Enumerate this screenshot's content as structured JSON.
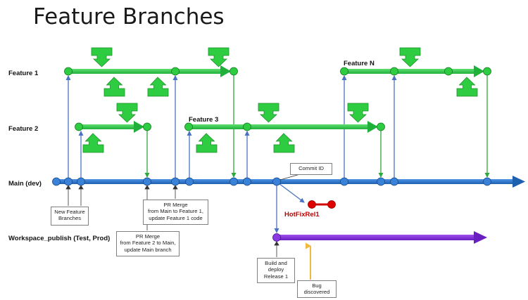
{
  "title": "Feature Branches",
  "lanes": {
    "feature1": "Feature 1",
    "feature2": "Feature 2",
    "main": "Main (dev)",
    "publish": "Workspace_publish (Test, Prod)"
  },
  "branch_labels": {
    "feature3": "Feature 3",
    "featureN": "Feature N",
    "hotfix": "HotFixRel1"
  },
  "callouts": {
    "commit_id": [
      "Commit ID"
    ],
    "new_feature": [
      "New Feature",
      "Branches"
    ],
    "pr_merge_main_to_f1": [
      "PR Merge",
      "from Main to Feature 1,",
      "update Feature 1 code"
    ],
    "pr_merge_f2_to_main": [
      "PR Merge",
      "from Feature 2 to Main,",
      "update Main branch"
    ],
    "build_deploy": [
      "Build and",
      "deploy",
      "Release 1"
    ],
    "bug": [
      "Bug",
      "discovered"
    ]
  },
  "colors": {
    "main": "#2f75c9",
    "feature": "#2ecc40",
    "feature_dark": "#1f8f2c",
    "publish": "#8a2be2",
    "hotfix": "#d00000",
    "bug_arrow": "#f0b840",
    "connector": "#4a72c4"
  }
}
